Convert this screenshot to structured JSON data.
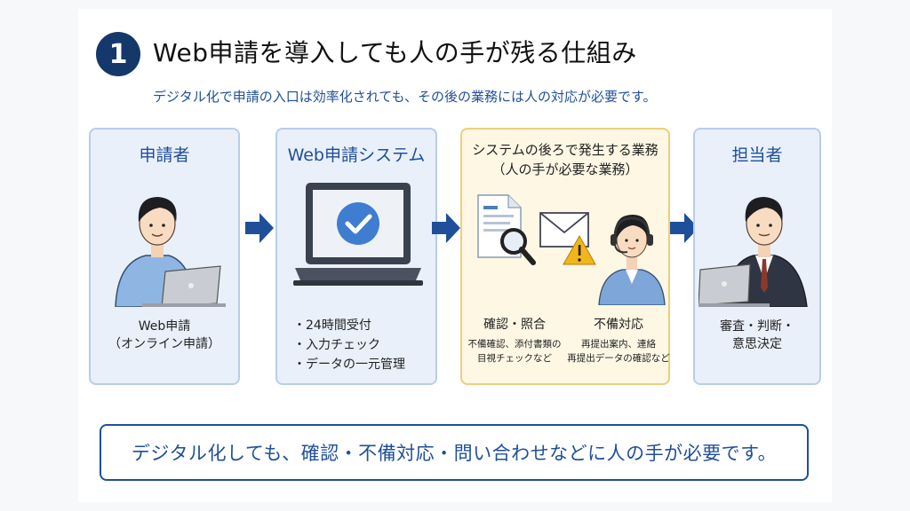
{
  "header": {
    "badge_number": "1",
    "title": "Web申請を導入しても人の手が残る仕組み",
    "subtitle": "デジタル化で申請の入口は効率化されても、その後の業務には人の対応が必要です。"
  },
  "cards": {
    "applicant": {
      "title": "申請者",
      "line1": "Web申請",
      "line2": "（オンライン申請）"
    },
    "system": {
      "title": "Web申請システム",
      "items": [
        "・24時間受付",
        "・入力チェック",
        "・データの一元管理"
      ]
    },
    "backoffice": {
      "title_line1": "システムの後ろで発生する業務",
      "title_line2": "（人の手が必要な業務）",
      "col1_title": "確認・照合",
      "col1_line1": "不備確認、添付書類の",
      "col1_line2": "目視チェックなど",
      "col2_title": "不備対応",
      "col2_line1": "再提出案内、連絡",
      "col2_line2": "再提出データの確認など"
    },
    "staff": {
      "title": "担当者",
      "line1": "審査・判断・",
      "line2": "意思決定"
    }
  },
  "footer": {
    "message": "デジタル化しても、確認・不備対応・問い合わせなどに人の手が必要です。"
  },
  "colors": {
    "navy": "#15386b",
    "accent_blue": "#1f4f9a",
    "card_blue": "#e9f0fa",
    "card_yellow": "#fdf7e4",
    "warning": "#f2b51c"
  }
}
